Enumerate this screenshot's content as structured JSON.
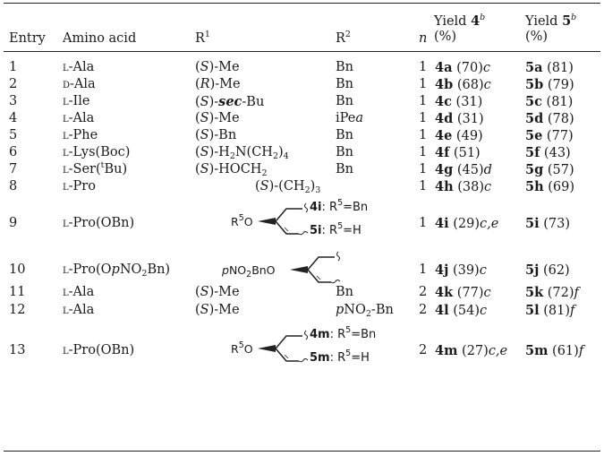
{
  "headers": {
    "entry": "Entry",
    "amino_acid": "Amino acid",
    "r1": "R",
    "r1_sup": "1",
    "r2": "R",
    "r2_sup": "2",
    "n": "n",
    "yield4_line1": "Yield ",
    "yield4_bold": "4",
    "yield4_sup": "b",
    "yield4_line2": "(%)",
    "yield5_line1": "Yield ",
    "yield5_bold": "5",
    "yield5_sup": "b",
    "yield5_line2": "(%)"
  },
  "rows": [
    {
      "entry": "1",
      "aa_prefix": "l",
      "aa_rest": "-Ala",
      "r1_open": "(",
      "r1_it": "S",
      "r1_close": ")-Me",
      "r2": "Bn",
      "n": "1",
      "y4_id": "4a",
      "y4_val": " (70)",
      "y4_sup": "c",
      "y5_id": "5a",
      "y5_val": " (81)",
      "y5_sup": ""
    },
    {
      "entry": "2",
      "aa_prefix": "d",
      "aa_rest": "-Ala",
      "r1_open": "(",
      "r1_it": "R",
      "r1_close": ")-Me",
      "r2": "Bn",
      "n": "1",
      "y4_id": "4b",
      "y4_val": " (68)",
      "y4_sup": "c",
      "y5_id": "5b",
      "y5_val": " (79)",
      "y5_sup": ""
    },
    {
      "entry": "3",
      "aa_prefix": "l",
      "aa_rest": "-Ile",
      "r1_open": "(",
      "r1_it": "S",
      "r1_close": ")-",
      "r1_extra_it": "sec",
      "r1_tail": "-Bu",
      "r2": "Bn",
      "n": "1",
      "y4_id": "4c",
      "y4_val": " (31)",
      "y4_sup": "",
      "y5_id": "5c",
      "y5_val": " (81)",
      "y5_sup": ""
    },
    {
      "entry": "4",
      "aa_prefix": "l",
      "aa_rest": "-Ala",
      "r1_open": "(",
      "r1_it": "S",
      "r1_close": ")-Me",
      "r2": "iPe",
      "r2_sup": "a",
      "n": "1",
      "y4_id": "4d",
      "y4_val": " (31)",
      "y4_sup": "",
      "y5_id": "5d",
      "y5_val": " (78)",
      "y5_sup": ""
    },
    {
      "entry": "5",
      "aa_prefix": "l",
      "aa_rest": "-Phe",
      "r1_open": "(",
      "r1_it": "S",
      "r1_close": ")-Bn",
      "r2": "Bn",
      "n": "1",
      "y4_id": "4e",
      "y4_val": " (49)",
      "y4_sup": "",
      "y5_id": "5e",
      "y5_val": " (77)",
      "y5_sup": ""
    },
    {
      "entry": "6",
      "aa_prefix": "l",
      "aa_rest": "-Lys(Boc)",
      "r1_open": "(",
      "r1_it": "S",
      "r1_close": ")-H",
      "r1_sub1": "2",
      "r1_mid": "N(CH",
      "r1_sub2": "2",
      "r1_end": ")",
      "r1_sub3": "4",
      "r2": "Bn",
      "n": "1",
      "y4_id": "4f",
      "y4_val": " (51)",
      "y4_sup": "",
      "y5_id": "5f",
      "y5_val": " (43)",
      "y5_sup": ""
    },
    {
      "entry": "7",
      "aa_prefix": "l",
      "aa_rest": "-Ser(",
      "aa_sup": "t",
      "aa_end": "Bu)",
      "r1_open": "(",
      "r1_it": "S",
      "r1_close": ")-HOCH",
      "r1_sub1": "2",
      "r2": "Bn",
      "n": "1",
      "y4_id": "4g",
      "y4_val": " (45)",
      "y4_sup": "d",
      "y5_id": "5g",
      "y5_val": " (57)",
      "y5_sup": ""
    },
    {
      "entry": "8",
      "aa_prefix": "l",
      "aa_rest": "-Pro",
      "r1r2_open": "(",
      "r1r2_it": "S",
      "r1r2_close": ")-(CH",
      "r1r2_sub": "2",
      "r1r2_end": ")",
      "r1r2_sub2": "3",
      "n": "1",
      "y4_id": "4h",
      "y4_val": " (38)",
      "y4_sup": "c",
      "y5_id": "5h",
      "y5_val": " (69)",
      "y5_sup": ""
    },
    {
      "entry": "9",
      "aa_prefix": "l",
      "aa_rest": "-Pro(OBn)",
      "struct_label": "R",
      "struct_sup": "5",
      "struct_o": "O",
      "lab1_id": "4i",
      "lab1_text": ": R",
      "lab1_sup": "5",
      "lab1_end": "=Bn",
      "lab2_id": "5i",
      "lab2_text": ": R",
      "lab2_sup": "5",
      "lab2_end": "=H",
      "n": "1",
      "y4_id": "4i",
      "y4_val": " (29)",
      "y4_sup": "c,e",
      "y5_id": "5i",
      "y5_val": " (73)",
      "y5_sup": ""
    },
    {
      "entry": "10",
      "aa_prefix": "l",
      "aa_rest": "-Pro(O",
      "aa_it": "p",
      "aa_mid": "NO",
      "aa_sub": "2",
      "aa_end": "Bn)",
      "struct_it": "p",
      "struct_text": "NO",
      "struct_sub": "2",
      "struct_tail": "BnO",
      "n": "1",
      "y4_id": "4j",
      "y4_val": " (39)",
      "y4_sup": "c",
      "y5_id": "5j",
      "y5_val": " (62)",
      "y5_sup": ""
    },
    {
      "entry": "11",
      "aa_prefix": "l",
      "aa_rest": "-Ala",
      "r1_open": "(",
      "r1_it": "S",
      "r1_close": ")-Me",
      "r2": "Bn",
      "n": "2",
      "y4_id": "4k",
      "y4_val": " (77)",
      "y4_sup": "c",
      "y5_id": "5k",
      "y5_val": " (72)",
      "y5_sup": "f"
    },
    {
      "entry": "12",
      "aa_prefix": "l",
      "aa_rest": "-Ala",
      "r1_open": "(",
      "r1_it": "S",
      "r1_close": ")-Me",
      "r2_it": "p",
      "r2": "NO",
      "r2_sub": "2",
      "r2_end": "-Bn",
      "n": "2",
      "y4_id": "4l",
      "y4_val": " (54)",
      "y4_sup": "c",
      "y5_id": "5l",
      "y5_val": " (81)",
      "y5_sup": "f"
    },
    {
      "entry": "13",
      "aa_prefix": "l",
      "aa_rest": "-Pro(OBn)",
      "struct_label": "R",
      "struct_sup": "5",
      "struct_o": "O",
      "lab1_id": "4m",
      "lab1_text": ": R",
      "lab1_sup": "5",
      "lab1_end": "=Bn",
      "lab2_id": "5m",
      "lab2_text": ": R",
      "lab2_sup": "5",
      "lab2_end": "=H",
      "n": "2",
      "y4_id": "4m",
      "y4_val": " (27)",
      "y4_sup": "c,e",
      "y5_id": "5m",
      "y5_val": " (61)",
      "y5_sup": "f"
    }
  ]
}
